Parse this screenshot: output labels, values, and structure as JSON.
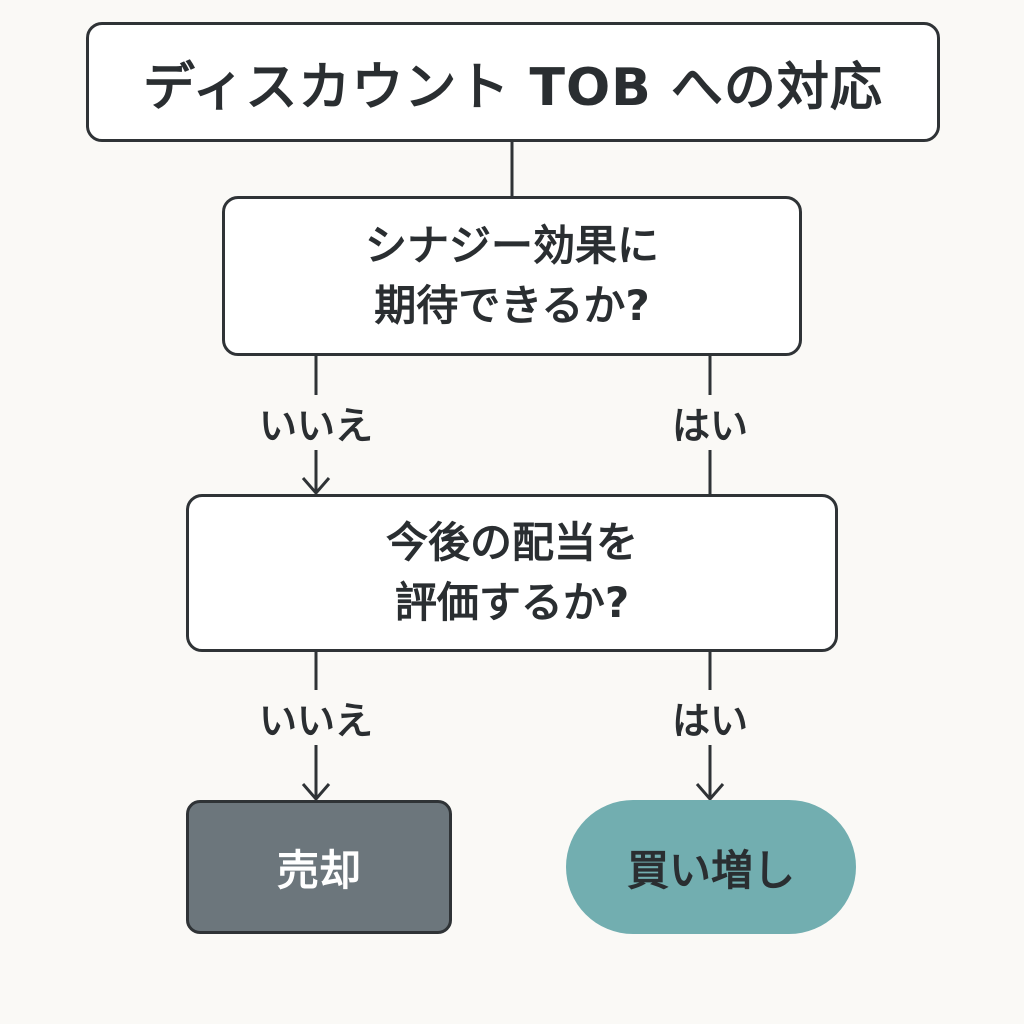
{
  "title": "ディスカウント TOB への対応",
  "question1": {
    "line1": "シナジー効果に",
    "line2": "期待できるか?"
  },
  "question2": {
    "line1": "今後の配当を",
    "line2": "評価するか?"
  },
  "edges": {
    "q1_no": "いいえ",
    "q1_yes": "はい",
    "q2_no": "いいえ",
    "q2_yes": "はい"
  },
  "outcomes": {
    "sell": "売却",
    "buy_more": "買い増し"
  },
  "colors": {
    "background": "#faf9f6",
    "border": "#2f3336",
    "sell_fill": "#6c767c",
    "buy_fill": "#72aeb0"
  }
}
